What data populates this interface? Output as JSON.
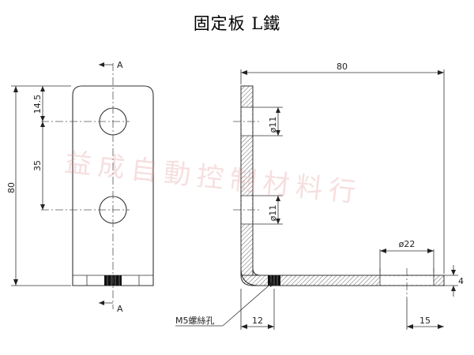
{
  "title": "固定板 L鐵",
  "watermark": "益成自動控制材料行",
  "front_view": {
    "dims": {
      "overall_height": "80",
      "top_offset": "14.5",
      "hole_spacing": "35"
    },
    "section_marker": {
      "top": "A",
      "bottom": "A"
    }
  },
  "side_view": {
    "dims": {
      "length": "80",
      "hole_dia_upper": "ø11",
      "hole_dia_lower": "ø11",
      "slot_dia": "ø22",
      "thickness": "4",
      "thread_offset": "12",
      "end_offset": "15"
    },
    "callout": "M5螺絲孔"
  },
  "colors": {
    "line": "#333333",
    "watermark": "#e09696"
  }
}
